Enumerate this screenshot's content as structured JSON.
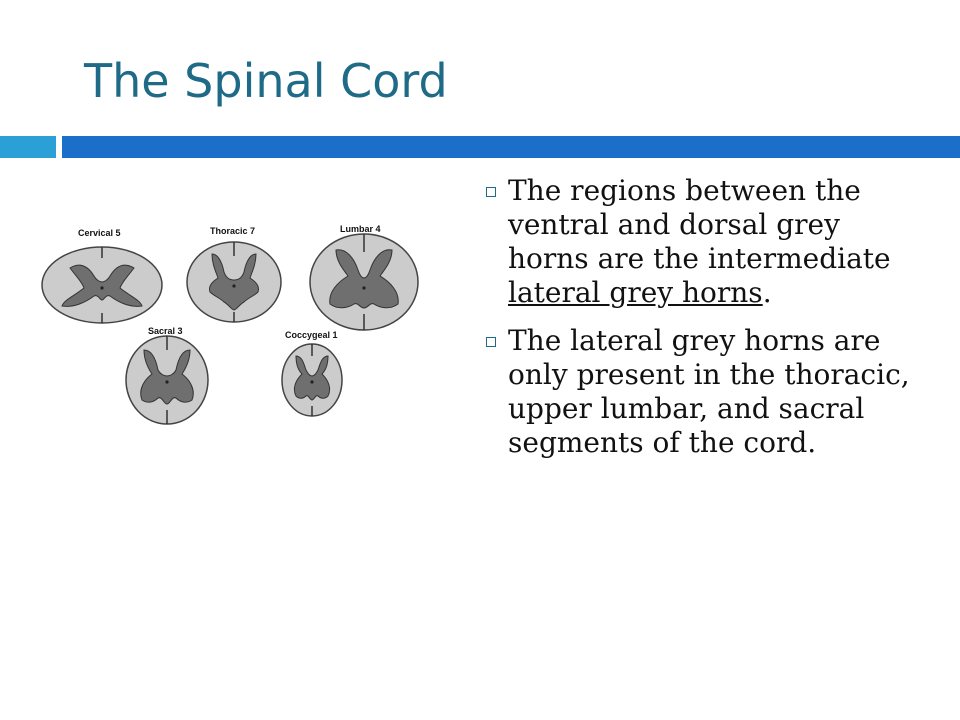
{
  "title": "The Spinal Cord",
  "figure": {
    "labels": [
      "Cervical 5",
      "Thoracic 7",
      "Lumbar 4",
      "Sacral 3",
      "Coccygeal 1"
    ]
  },
  "bullets": [
    {
      "text_before": "The regions between the ventral and dorsal grey horns are the intermediate ",
      "underlined": "lateral grey horns",
      "text_after": "."
    },
    {
      "text": "The lateral grey horns are only present in the thoracic, upper lumbar, and sacral segments of the cord."
    }
  ],
  "colors": {
    "title": "#1f6b87",
    "accent_light": "#2aa0d6",
    "accent_dark": "#1b6fc8"
  }
}
